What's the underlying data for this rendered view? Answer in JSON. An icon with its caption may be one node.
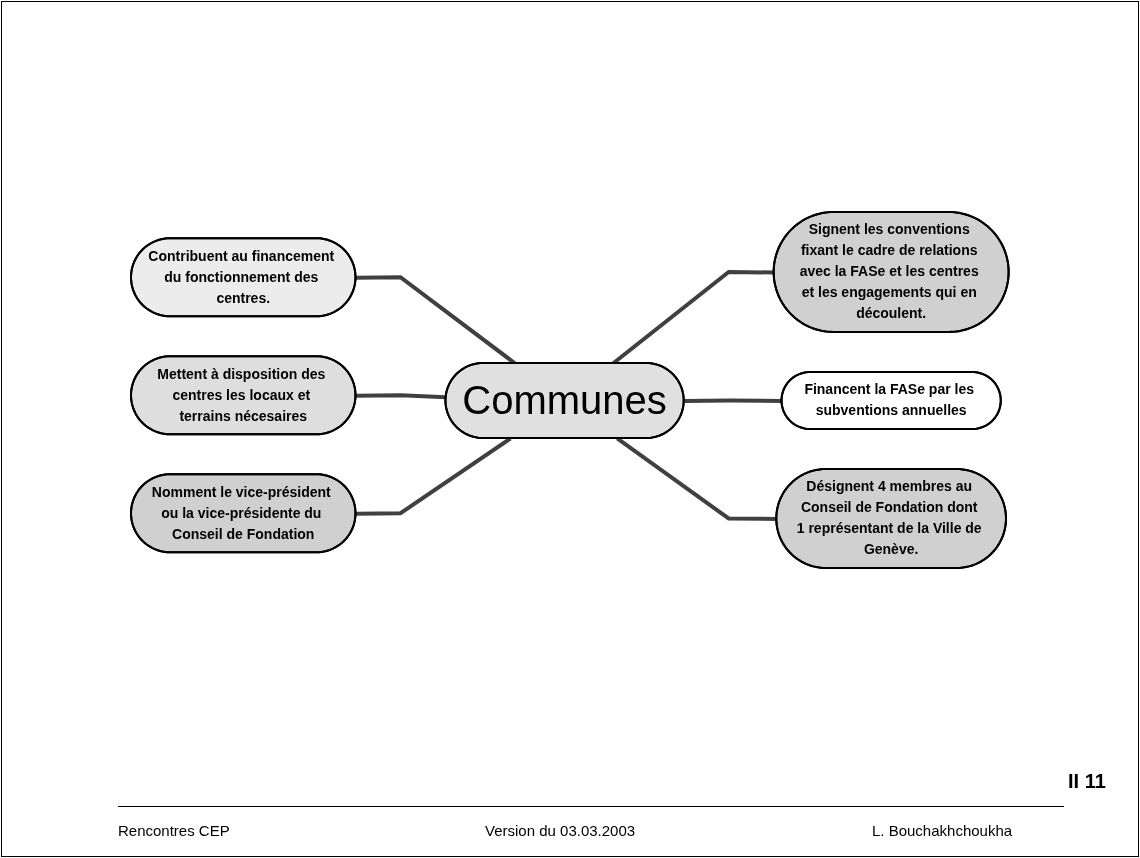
{
  "diagram": {
    "nodes": [
      {
        "text": [
          "Contribuent au financement du fonctionnement des centres."
        ]
      },
      {
        "text": [
          "Signent les conventions fixant le cadre de relations avec la FASe et les centres et les engagements qui en découlent."
        ]
      },
      {
        "text": [
          "Mettent à disposition des centres les locaux et terrains nécesaires"
        ]
      },
      {
        "text": [
          "Communes"
        ]
      },
      {
        "text": [
          "Financent la FASe par les subventions annuelles"
        ]
      },
      {
        "text": [
          "Nomment le vice-président ou la vice-présidente du Conseil de Fondation"
        ]
      },
      {
        "text": [
          "Désignent 4 membres au Conseil de Fondation dont 1 représentant de la Ville de Genève."
        ]
      }
    ],
    "edges": [
      {
        "from": 3,
        "to": 0,
        "arrow": "none"
      },
      {
        "from": 3,
        "to": 1,
        "arrow": "none"
      },
      {
        "from": 3,
        "to": 2,
        "arrow": "none"
      },
      {
        "from": 3,
        "to": 4,
        "arrow": "none"
      },
      {
        "from": 3,
        "to": 5,
        "arrow": "none"
      },
      {
        "from": 3,
        "to": 6,
        "arrow": "none"
      }
    ],
    "labels": [
      "II 11",
      "Rencontres CEP",
      "Version du 03.03.2003",
      "L. Bouchakhchoukha"
    ]
  }
}
